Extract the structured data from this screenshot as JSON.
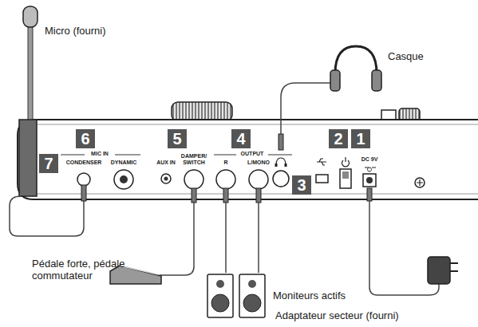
{
  "diagram": {
    "nodes": [
      {
        "text": [
          "7"
        ]
      },
      {
        "text": [
          "6"
        ]
      },
      {
        "text": [
          "5"
        ]
      },
      {
        "text": [
          "4"
        ]
      },
      {
        "text": [
          "2"
        ]
      },
      {
        "text": [
          "1"
        ]
      },
      {
        "text": [
          "3"
        ]
      }
    ],
    "labels": [
      "Micro (fourni)",
      "Casque",
      "MIC IN",
      "OUTPUT",
      "CONDENSER",
      "DYNAMIC",
      "AUX IN",
      "DAMPER/ SWITCH",
      "R",
      "L/MONO",
      "DC 9V",
      "Pédale forte, pédale commutateur",
      "Moniteurs actifs",
      "Adaptateur secteur (fourni)"
    ]
  }
}
